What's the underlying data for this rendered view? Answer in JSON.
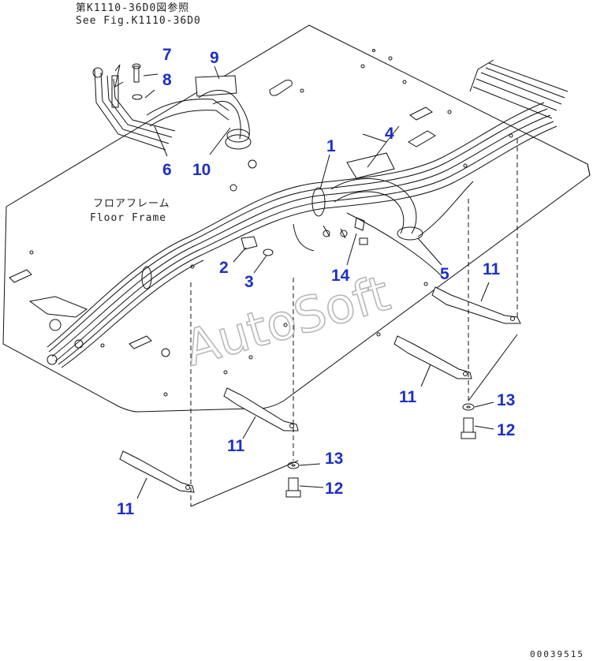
{
  "header_note": {
    "line1": "第K1110-36D0図参照",
    "line2": "See Fig.K1110-36D0"
  },
  "frame_label": {
    "japanese": "フロアフレーム",
    "english": "Floor Frame"
  },
  "watermark": "AutoSoft",
  "drawing_code": "00039515",
  "callouts": [
    {
      "id": "c1",
      "text": "1"
    },
    {
      "id": "c2",
      "text": "2"
    },
    {
      "id": "c3",
      "text": "3"
    },
    {
      "id": "c4",
      "text": "4"
    },
    {
      "id": "c5",
      "text": "5"
    },
    {
      "id": "c6",
      "text": "6"
    },
    {
      "id": "c7",
      "text": "7"
    },
    {
      "id": "c8",
      "text": "8"
    },
    {
      "id": "c9",
      "text": "9"
    },
    {
      "id": "c10",
      "text": "10"
    },
    {
      "id": "c11a",
      "text": "11"
    },
    {
      "id": "c11b",
      "text": "11"
    },
    {
      "id": "c11c",
      "text": "11"
    },
    {
      "id": "c11d",
      "text": "11"
    },
    {
      "id": "c12a",
      "text": "12"
    },
    {
      "id": "c12b",
      "text": "12"
    },
    {
      "id": "c13a",
      "text": "13"
    },
    {
      "id": "c13b",
      "text": "13"
    },
    {
      "id": "c14",
      "text": "14"
    }
  ],
  "colors": {
    "callout": "#1e2fc8",
    "line": "#111111",
    "watermark": "#b8b8b8"
  }
}
